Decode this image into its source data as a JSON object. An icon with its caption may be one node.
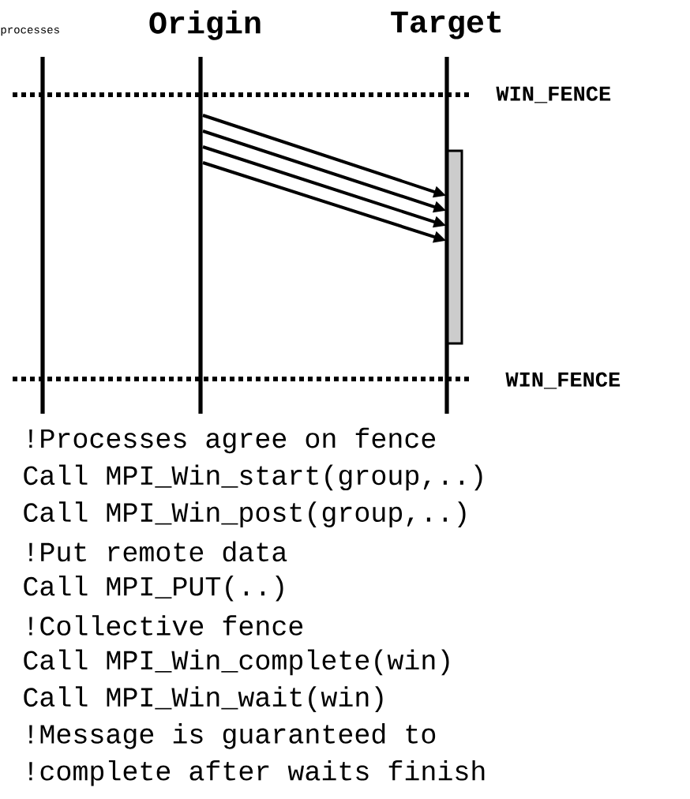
{
  "diagram": {
    "nodes": [
      {
        "text": [
          "Origin"
        ]
      },
      {
        "text": [
          "Target"
        ]
      },
      {
        "text": [],
        "shape": "bar"
      }
    ],
    "edges": [
      {
        "from": null,
        "to": 2,
        "arrow": "to"
      },
      {
        "from": null,
        "to": 2,
        "arrow": "to"
      },
      {
        "from": null,
        "to": 2,
        "arrow": "to"
      },
      {
        "from": null,
        "to": 2,
        "arrow": "to"
      }
    ],
    "labels": [
      "processes",
      "WIN_FENCE",
      "WIN_FENCE",
      "!Processes agree on fence",
      "Call MPI_Win_start(group,..)",
      "Call MPI_Win_post(group,..)",
      "!Put remote data",
      "Call MPI_PUT(..)",
      "!Collective fence",
      "Call MPI_Win_complete(win)",
      "Call MPI_Win_wait(win)",
      "!Message is guaranteed to",
      "!complete after waits finish"
    ]
  }
}
